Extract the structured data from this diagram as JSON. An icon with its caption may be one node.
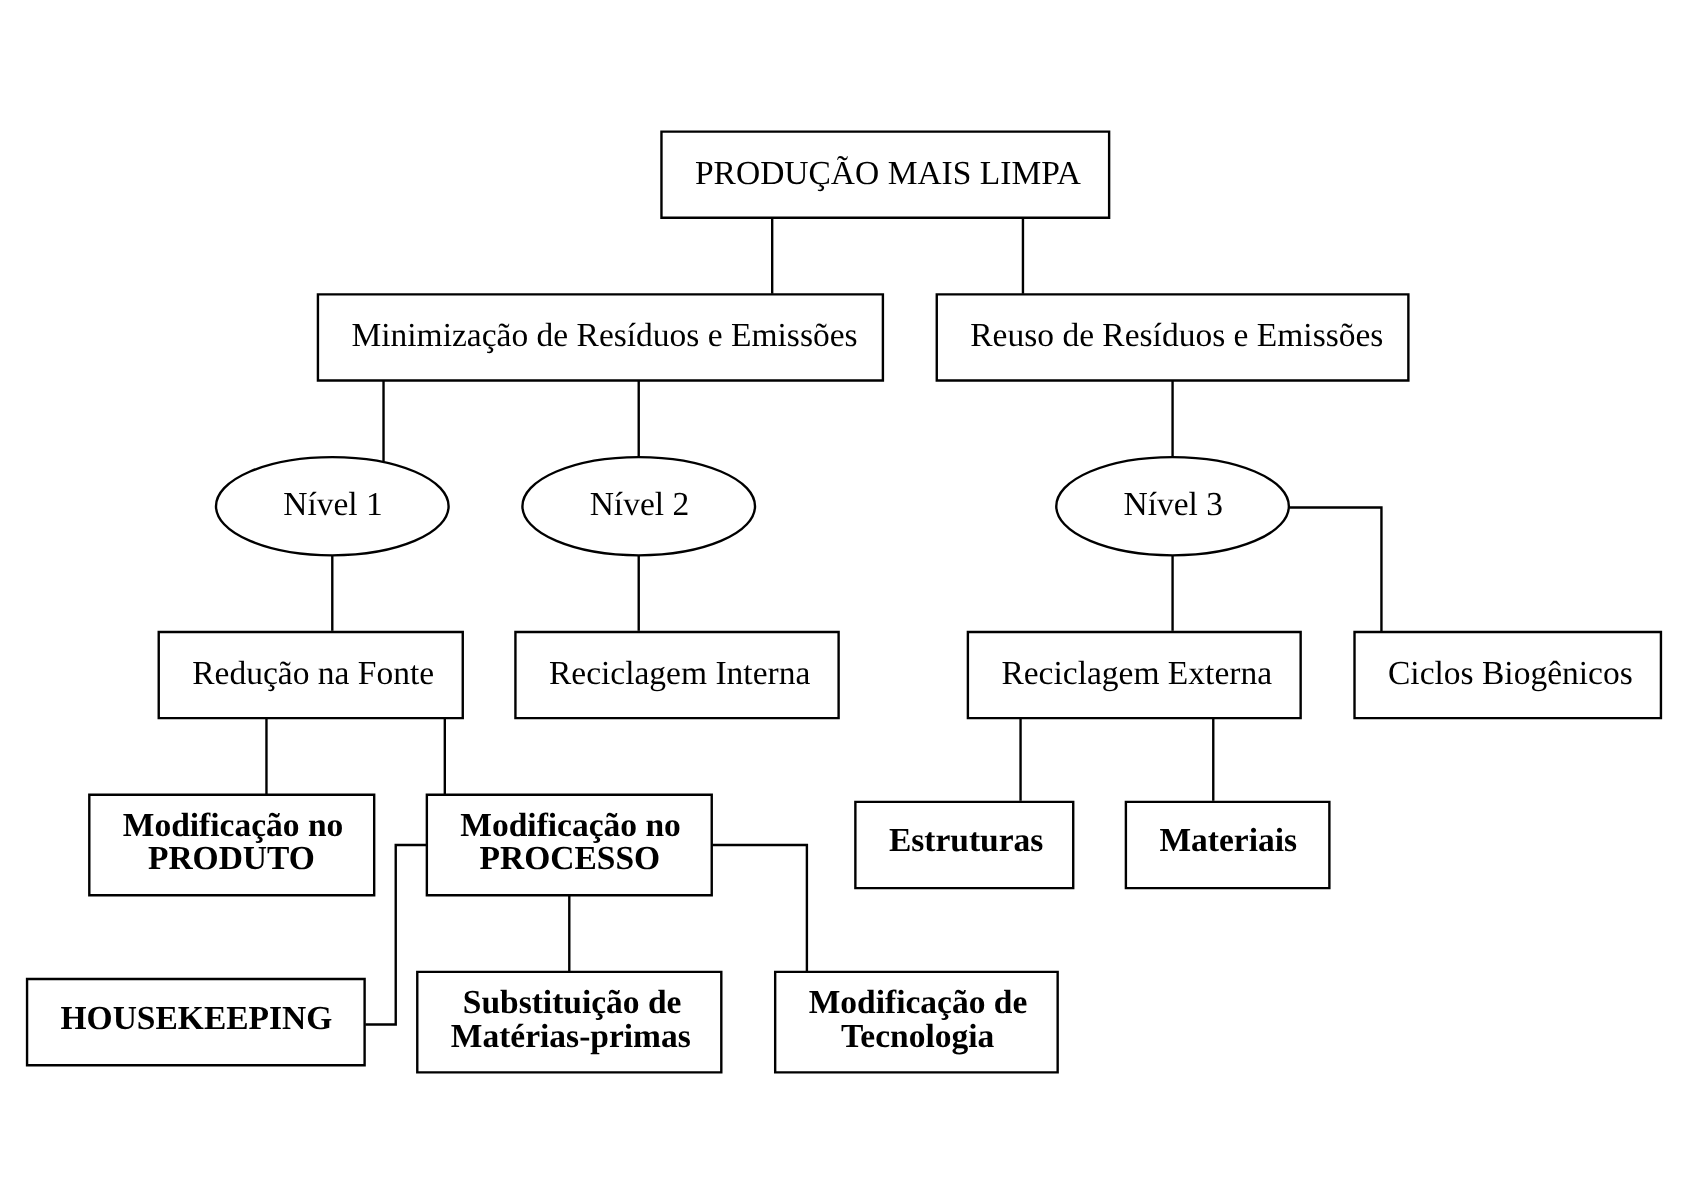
{
  "diagram": {
    "nodes": [
      {
        "text": [
          "PRODUÇÃO MAIS LIMPA"
        ]
      },
      {
        "text": [
          "Minimização de Resíduos e Emissões"
        ]
      },
      {
        "text": [
          "Reuso de Resíduos e Emissões"
        ]
      },
      {
        "text": [
          "Nível 1"
        ]
      },
      {
        "text": [
          "Nível 2"
        ]
      },
      {
        "text": [
          "Nível 3"
        ]
      },
      {
        "text": [
          "Redução na Fonte"
        ]
      },
      {
        "text": [
          "Reciclagem Interna"
        ]
      },
      {
        "text": [
          "Reciclagem Externa"
        ]
      },
      {
        "text": [
          "Ciclos Biogênicos"
        ]
      },
      {
        "text": [
          "Modificação no PRODUTO"
        ]
      },
      {
        "text": [
          "Modificação no PROCESSO"
        ]
      },
      {
        "text": [
          "Estruturas"
        ]
      },
      {
        "text": [
          "Materiais"
        ]
      },
      {
        "text": [
          "HOUSEKEEPING"
        ]
      },
      {
        "text": [
          "Substituição de Matérias-primas"
        ]
      },
      {
        "text": [
          "Modificação de Tecnologia"
        ]
      }
    ],
    "edges": [
      {
        "from": 0,
        "to": 1,
        "arrow": "none"
      },
      {
        "from": 0,
        "to": 2,
        "arrow": "none"
      },
      {
        "from": 1,
        "to": 3,
        "arrow": "none"
      },
      {
        "from": 1,
        "to": 4,
        "arrow": "none"
      },
      {
        "from": 2,
        "to": 5,
        "arrow": "none"
      },
      {
        "from": 3,
        "to": 6,
        "arrow": "none"
      },
      {
        "from": 4,
        "to": 7,
        "arrow": "none"
      },
      {
        "from": 5,
        "to": 8,
        "arrow": "none"
      },
      {
        "from": 5,
        "to": 9,
        "arrow": "none"
      },
      {
        "from": 6,
        "to": 10,
        "arrow": "none"
      },
      {
        "from": 6,
        "to": 11,
        "arrow": "none"
      },
      {
        "from": 8,
        "to": 12,
        "arrow": "none"
      },
      {
        "from": 8,
        "to": 13,
        "arrow": "none"
      },
      {
        "from": 11,
        "to": 14,
        "arrow": "none"
      },
      {
        "from": 11,
        "to": 15,
        "arrow": "none"
      },
      {
        "from": 11,
        "to": 16,
        "arrow": "none"
      }
    ]
  }
}
